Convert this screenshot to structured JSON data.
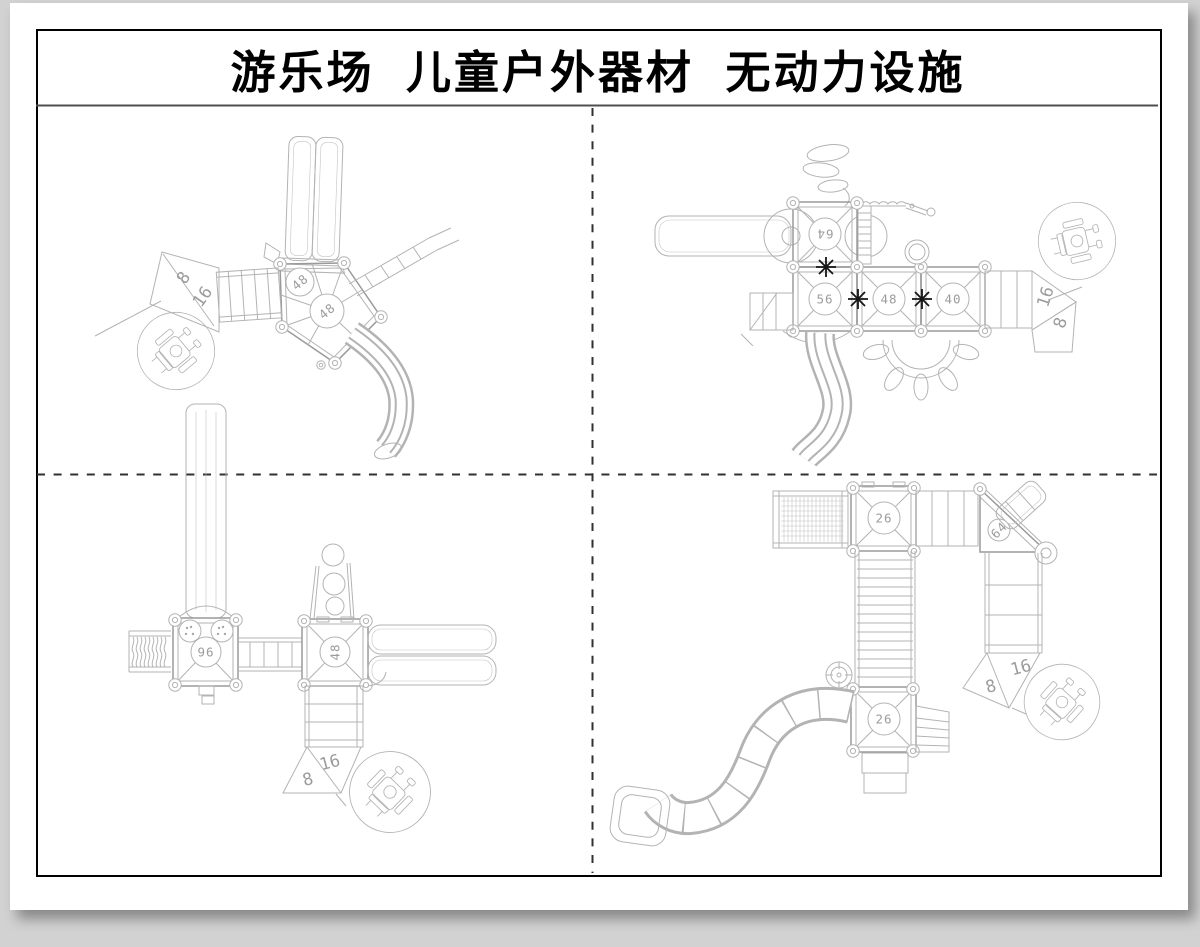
{
  "title": "游乐场 儿童户外器材 无动力设施",
  "plans": {
    "top_left": {
      "deck_labels": [
        "48",
        "48"
      ],
      "ramp_height_labels": [
        "8",
        "16"
      ]
    },
    "top_right": {
      "deck_labels": [
        "64",
        "56",
        "48",
        "40"
      ],
      "ramp_height_labels": [
        "16",
        "8"
      ]
    },
    "bottom_left": {
      "deck_labels": [
        "96",
        "48"
      ],
      "ramp_height_labels": [
        "16",
        "8"
      ]
    },
    "bottom_right": {
      "deck_labels": [
        "26",
        "64",
        "26"
      ],
      "ramp_height_labels": [
        "16",
        "8"
      ]
    }
  }
}
